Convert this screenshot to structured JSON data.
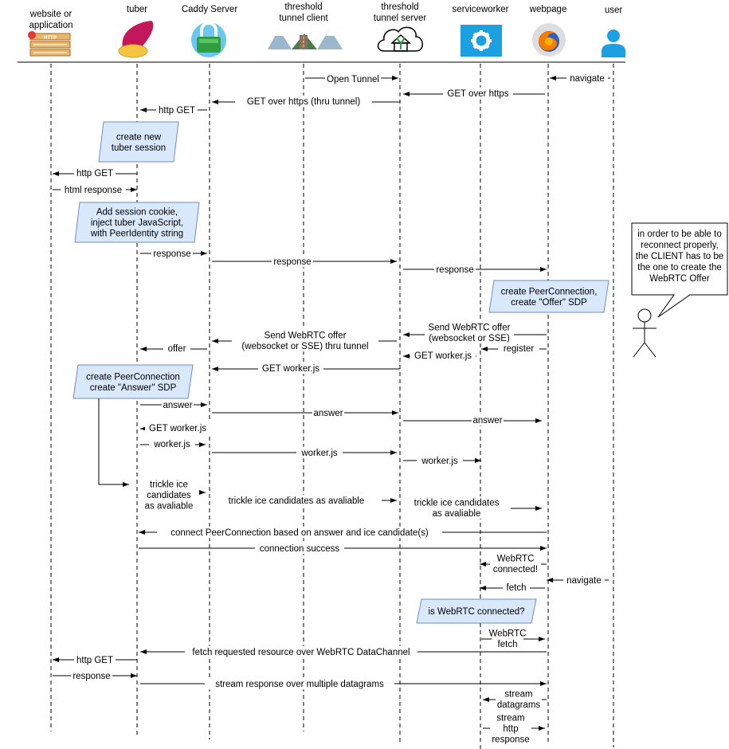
{
  "participants": [
    {
      "id": "website",
      "label": "website or\napplication",
      "icon": "http-server-icon"
    },
    {
      "id": "tuber",
      "label": "tuber",
      "icon": "sweet-potato-icon"
    },
    {
      "id": "caddy",
      "label": "Caddy Server",
      "icon": "padlock-icon"
    },
    {
      "id": "ttclient",
      "label": "threshold\ntunnel client",
      "icon": "mountain-road-icon"
    },
    {
      "id": "ttserver",
      "label": "threshold\ntunnel server",
      "icon": "cloud-house-icon"
    },
    {
      "id": "sw",
      "label": "serviceworker",
      "icon": "gear-icon"
    },
    {
      "id": "webpage",
      "label": "webpage",
      "icon": "firefox-icon"
    },
    {
      "id": "user",
      "label": "user",
      "icon": "person-icon"
    }
  ],
  "messages": [
    {
      "from": "ttclient",
      "to": "ttserver",
      "label": "Open Tunnel"
    },
    {
      "from": "user",
      "to": "webpage",
      "label": "navigate"
    },
    {
      "from": "webpage",
      "to": "ttserver",
      "label": "GET over https"
    },
    {
      "from": "ttserver",
      "to": "caddy",
      "label": "GET over https (thru tunnel)"
    },
    {
      "from": "caddy",
      "to": "tuber",
      "label": "http GET"
    },
    {
      "from": "tuber",
      "to": "website",
      "label": "http GET"
    },
    {
      "from": "website",
      "to": "tuber",
      "label": "html response"
    },
    {
      "from": "tuber",
      "to": "caddy",
      "label": "response"
    },
    {
      "from": "caddy",
      "to": "ttserver",
      "label": "response"
    },
    {
      "from": "ttserver",
      "to": "webpage",
      "label": "response"
    },
    {
      "from": "webpage",
      "to": "ttserver",
      "label": "Send WebRTC offer\n(websocket or SSE)"
    },
    {
      "from": "ttserver",
      "to": "caddy",
      "label": "Send WebRTC offer\n(websocket or SSE) thru tunnel"
    },
    {
      "from": "webpage",
      "to": "sw",
      "label": "register"
    },
    {
      "from": "caddy",
      "to": "tuber",
      "label": "offer"
    },
    {
      "from": "sw",
      "to": "ttserver",
      "label": "GET worker.js"
    },
    {
      "from": "ttserver",
      "to": "caddy",
      "label": "GET worker.js"
    },
    {
      "from": "tuber",
      "to": "caddy",
      "label": "answer"
    },
    {
      "from": "caddy",
      "to": "ttserver",
      "label": "answer"
    },
    {
      "from": "ttserver",
      "to": "webpage",
      "label": "answer"
    },
    {
      "from": "caddy",
      "to": "tuber",
      "label": "GET worker.js"
    },
    {
      "from": "tuber",
      "to": "caddy",
      "label": "worker.js"
    },
    {
      "from": "caddy",
      "to": "ttserver",
      "label": "worker.js"
    },
    {
      "from": "ttserver",
      "to": "sw",
      "label": "worker.js"
    },
    {
      "from": "tuber",
      "to": "caddy",
      "label": "trickle ice\ncandidates\nas avaliable"
    },
    {
      "from": "caddy",
      "to": "ttserver",
      "label": "trickle ice candidates as avaliable"
    },
    {
      "from": "ttserver",
      "to": "webpage",
      "label": "trickle ice candidates\nas avaliable"
    },
    {
      "from": "webpage",
      "to": "tuber",
      "label": "connect PeerConnection based on answer and ice candidate(s)"
    },
    {
      "from": "tuber",
      "to": "webpage",
      "label": "connection success"
    },
    {
      "from": "webpage",
      "to": "sw",
      "label": "WebRTC\nconnected!"
    },
    {
      "from": "user",
      "to": "webpage",
      "label": "navigate"
    },
    {
      "from": "webpage",
      "to": "sw",
      "label": "fetch"
    },
    {
      "from": "sw",
      "to": "webpage",
      "label": "WebRTC\nfetch"
    },
    {
      "from": "webpage",
      "to": "tuber",
      "label": "fetch requested resource over WebRTC DataChannel"
    },
    {
      "from": "tuber",
      "to": "website",
      "label": "http GET"
    },
    {
      "from": "website",
      "to": "tuber",
      "label": "response"
    },
    {
      "from": "tuber",
      "to": "webpage",
      "label": "stream response over multiple datagrams"
    },
    {
      "from": "webpage",
      "to": "sw",
      "label": "stream\ndatagrams"
    },
    {
      "from": "sw",
      "to": "webpage",
      "label": "stream\nhttp\nresponse"
    }
  ],
  "notes": [
    {
      "id": "note-create-session",
      "text": "create new\ntuber session"
    },
    {
      "id": "note-inject",
      "text": "Add session cookie,\ninject tuber JavaScript,\nwith PeerIdentity string"
    },
    {
      "id": "note-create-offer",
      "text": "create PeerConnection,\ncreate \"Offer\" SDP"
    },
    {
      "id": "note-create-answer",
      "text": "create PeerConnection\ncreate \"Answer\" SDP"
    },
    {
      "id": "note-is-connected",
      "text": "is WebRTC connected?"
    }
  ],
  "callout": {
    "text": "in order to be able to\nreconnect properly,\nthe CLIENT has to be\nthe one to create the\nWebRTC Offer"
  },
  "icons": {
    "http_badge": "HTTP"
  },
  "colors": {
    "note_fill": "#dae8fc",
    "note_stroke": "#6c8ebf",
    "serviceworker_blue": "#1ba1e2",
    "caddy_green": "#2e9e3e",
    "tuber_pink": "#c2185b",
    "tuber_yellow": "#f5c542",
    "user_blue": "#1ba1e2"
  }
}
